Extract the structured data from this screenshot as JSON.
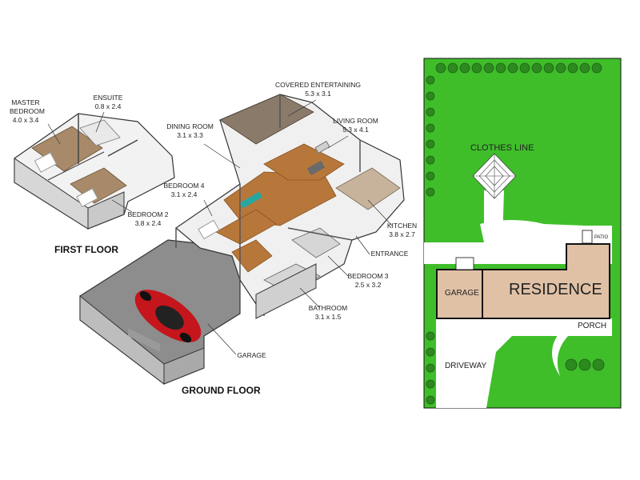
{
  "floor_titles": {
    "first": "FIRST FLOOR",
    "ground": "GROUND FLOOR"
  },
  "rooms": {
    "master_bedroom": {
      "name_line1": "MASTER",
      "name_line2": "BEDROOM",
      "size": "4.0 x 3.4"
    },
    "ensuite": {
      "name": "ENSUITE",
      "size": "0.8 x 2.4"
    },
    "bedroom2": {
      "name": "BEDROOM 2",
      "size": "3.8 x 2.4"
    },
    "covered_entertaining": {
      "name": "COVERED ENTERTAINING",
      "size": "5.3 x 3.1"
    },
    "dining_room": {
      "name": "DINING ROOM",
      "size": "3.1 x 3.3"
    },
    "living_room": {
      "name": "LIVING ROOM",
      "size": "5.3 x 4.1"
    },
    "bedroom4": {
      "name": "BEDROOM 4",
      "size": "3.1 x 2.4"
    },
    "kitchen": {
      "name": "KITCHEN",
      "size": "3.8 x 2.7"
    },
    "entrance": {
      "name": "ENTRANCE"
    },
    "bedroom3": {
      "name": "BEDROOM 3",
      "size": "2.5 x 3.2"
    },
    "bathroom": {
      "name": "BATHROOM",
      "size": "3.1 x 1.5"
    },
    "garage": {
      "name": "GARAGE"
    }
  },
  "site_plan": {
    "clothes_line": "CLOTHES LINE",
    "garage": "GARAGE",
    "residence": "RESIDENCE",
    "patio": "PATIO",
    "porch": "PORCH",
    "driveway": "DRIVEWAY",
    "colors": {
      "lawn": "#3fbe2a",
      "building": "#e0c1a6",
      "paving": "#ffffff",
      "hedge": "#2c8a1f"
    }
  }
}
